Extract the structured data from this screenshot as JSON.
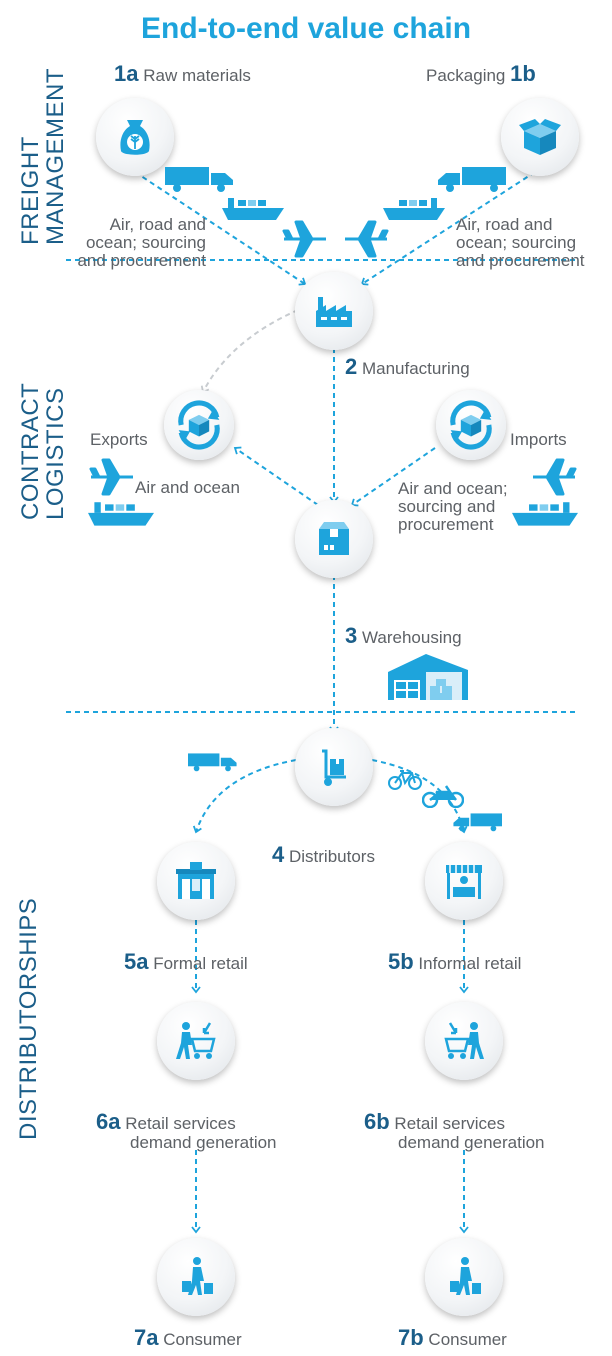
{
  "title": "End-to-end value chain",
  "sections": {
    "freight_line1": "FREIGHT",
    "freight_line2": "MANAGEMENT",
    "contract_line1": "CONTRACT",
    "contract_line2": "LOGISTICS",
    "distributorships": "DISTRIBUTORSHIPS"
  },
  "nodes": {
    "raw_materials": {
      "num": "1a",
      "label": "Raw materials"
    },
    "packaging": {
      "num": "1b",
      "label": "Packaging"
    },
    "manufacturing": {
      "num": "2",
      "label": "Manufacturing"
    },
    "warehousing": {
      "num": "3",
      "label": "Warehousing"
    },
    "distributors": {
      "num": "4",
      "label": "Distributors"
    },
    "formal_retail": {
      "num": "5a",
      "label": "Formal retail"
    },
    "informal_retail": {
      "num": "5b",
      "label": "Informal retail"
    },
    "retail_services_a": {
      "num": "6a",
      "label_line1": "Retail services",
      "label_line2": "demand generation"
    },
    "retail_services_b": {
      "num": "6b",
      "label_line1": "Retail services",
      "label_line2": "demand generation"
    },
    "consumer_a": {
      "num": "7a",
      "label": "Consumer"
    },
    "consumer_b": {
      "num": "7b",
      "label": "Consumer"
    }
  },
  "notes": {
    "left_freight": [
      "Air, road and",
      "ocean; sourcing",
      "and procurement"
    ],
    "right_freight": [
      "Air, road and",
      "ocean; sourcing",
      "and procurement"
    ],
    "exports": "Exports",
    "air_and_ocean": "Air and ocean",
    "imports": "Imports",
    "imports_mode": [
      "Air and ocean;",
      "sourcing and",
      "procurement"
    ]
  },
  "colors": {
    "accent": "#1ea4dc",
    "dark_blue": "#1b5e89",
    "text_gray": "#5d6166",
    "dashed_gray": "#c8ccd0"
  }
}
